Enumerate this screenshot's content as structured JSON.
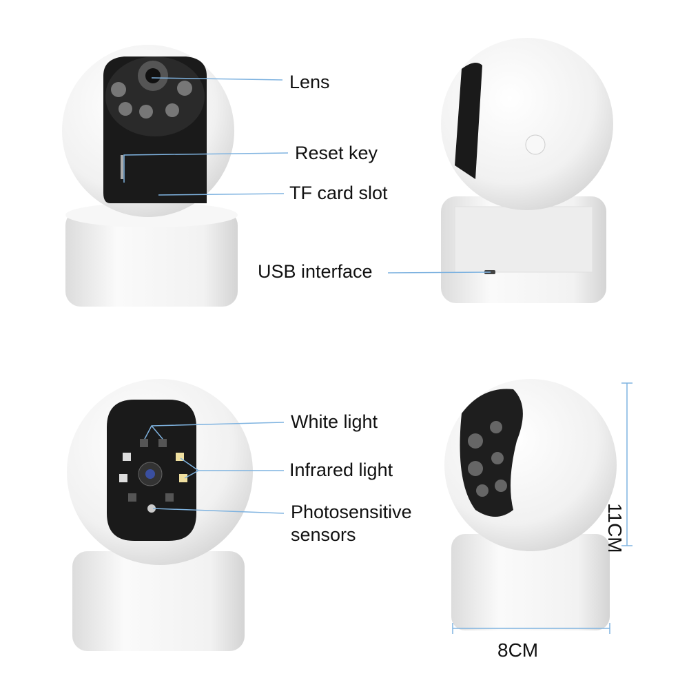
{
  "labels": {
    "lens": "Lens",
    "reset_key": "Reset key",
    "tf_card_slot": "TF card slot",
    "usb_interface": "USB interface",
    "white_light": "White light",
    "infrared_light": "Infrared light",
    "photosensitive_line1": "Photosensitive",
    "photosensitive_line2": "sensors"
  },
  "dimensions": {
    "height": "11CM",
    "width": "8CM"
  },
  "colors": {
    "leader_line": "#7fb3e0",
    "body": "#f4f4f4",
    "panel": "#1a1a1a"
  }
}
